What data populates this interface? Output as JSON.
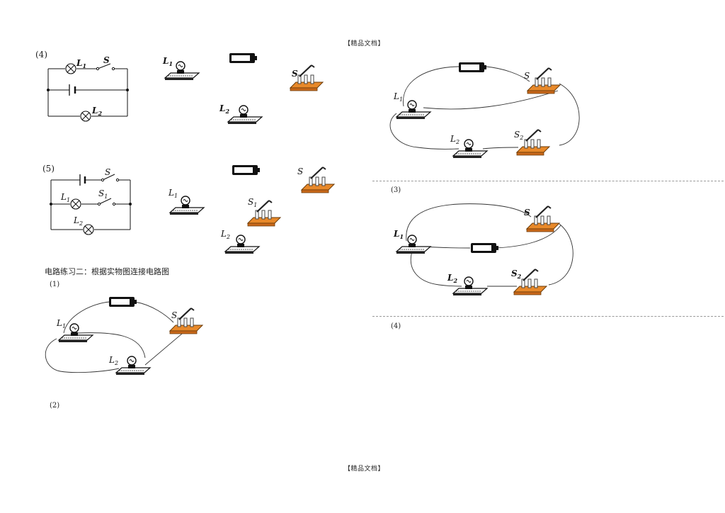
{
  "header": {
    "top": "【精品文档】",
    "bottom": "【精品文档】"
  },
  "problems": {
    "p4": {
      "num": "(4)"
    },
    "p5": {
      "num": "(5)"
    }
  },
  "section2": {
    "title": "电路练习二：根据实物图连接电路图",
    "q1": "(1)",
    "q2": "(2)",
    "q3": "(3)",
    "q4": "(4)"
  },
  "labels": {
    "L": "L",
    "S": "S",
    "sub1": "1",
    "sub2": "2"
  },
  "colors": {
    "switch_base": "#e8892a",
    "wire": "#333333",
    "dash": "#9a9a9a"
  }
}
